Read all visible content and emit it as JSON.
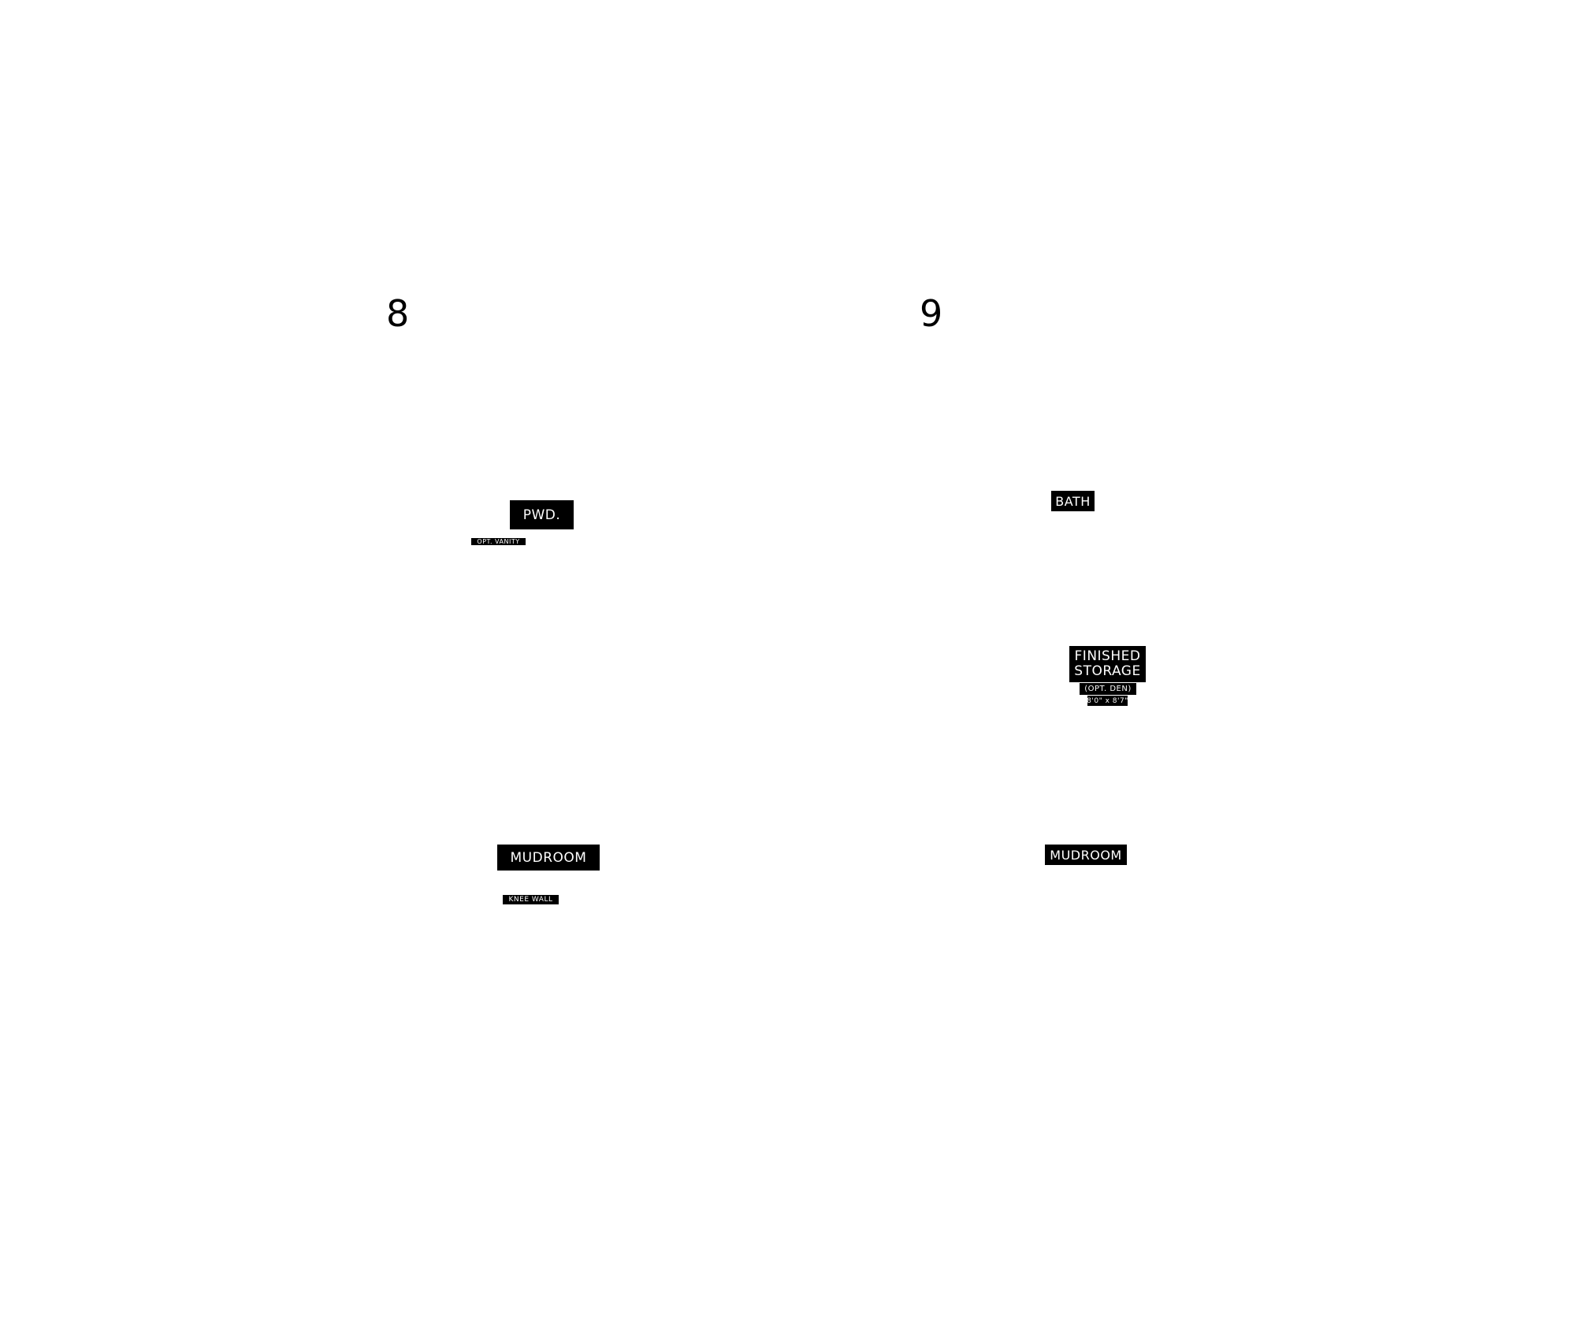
{
  "page_numbers": {
    "left": "8",
    "right": "9"
  },
  "plan_8": {
    "labels": {
      "pwd": "PWD.",
      "opt_vanity": "OPT. VANITY",
      "mudroom": "MUDROOM",
      "knee_wall": "KNEE WALL"
    }
  },
  "plan_9": {
    "labels": {
      "bath": "BATH",
      "finished_storage_line1": "FINISHED",
      "finished_storage_line2": "STORAGE",
      "opt_den": "(OPT. DEN)",
      "dimensions": "8'0\" x 8'7\"",
      "mudroom": "MUDROOM"
    }
  }
}
